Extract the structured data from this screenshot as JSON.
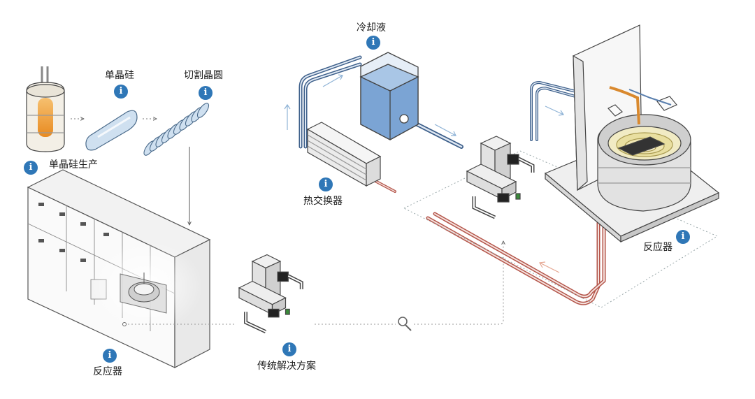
{
  "colors": {
    "info_icon": "#2f77b7",
    "coolant_pipe": "#5a7fae",
    "hot_pipe": "#c96a5e",
    "flow_arrow": "#8fb3d6",
    "return_arrow": "#e6a893",
    "silicon_glow": "#f0a030",
    "outline": "#444444"
  },
  "labels": {
    "mono_production": "单晶硅生产",
    "mono_silicon": "单晶硅",
    "wafer_slicing": "切割晶圆",
    "coolant": "冷却液",
    "heat_exchanger": "热交换器",
    "reactor_right": "反应器",
    "reactor_left": "反应器",
    "traditional_solution": "传统解决方案"
  },
  "icons": {
    "info": "i",
    "magnifier": "magnifier-icon"
  }
}
